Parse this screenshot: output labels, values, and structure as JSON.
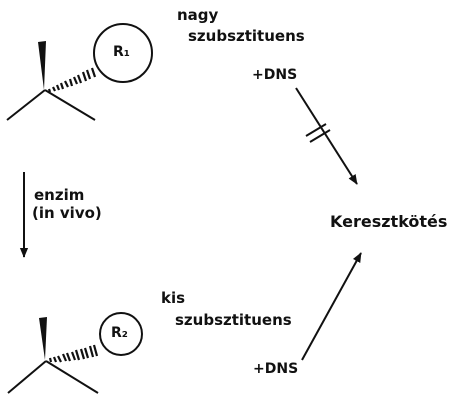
{
  "top_group": {
    "ring_label": "R₁",
    "size_line1": "nagy",
    "size_line2": "szubsztituens"
  },
  "bottom_group": {
    "ring_label": "R₂",
    "size_line1": "kis",
    "size_line2": "szubsztituens"
  },
  "conversion_arrow": {
    "line1": "enzim",
    "line2": "(in vivo)"
  },
  "dna_top": "+DNS",
  "dna_bottom": "+DNS",
  "product_label": "Keresztkötés",
  "colors": {
    "ink": "#111111",
    "background": "#ffffff"
  }
}
